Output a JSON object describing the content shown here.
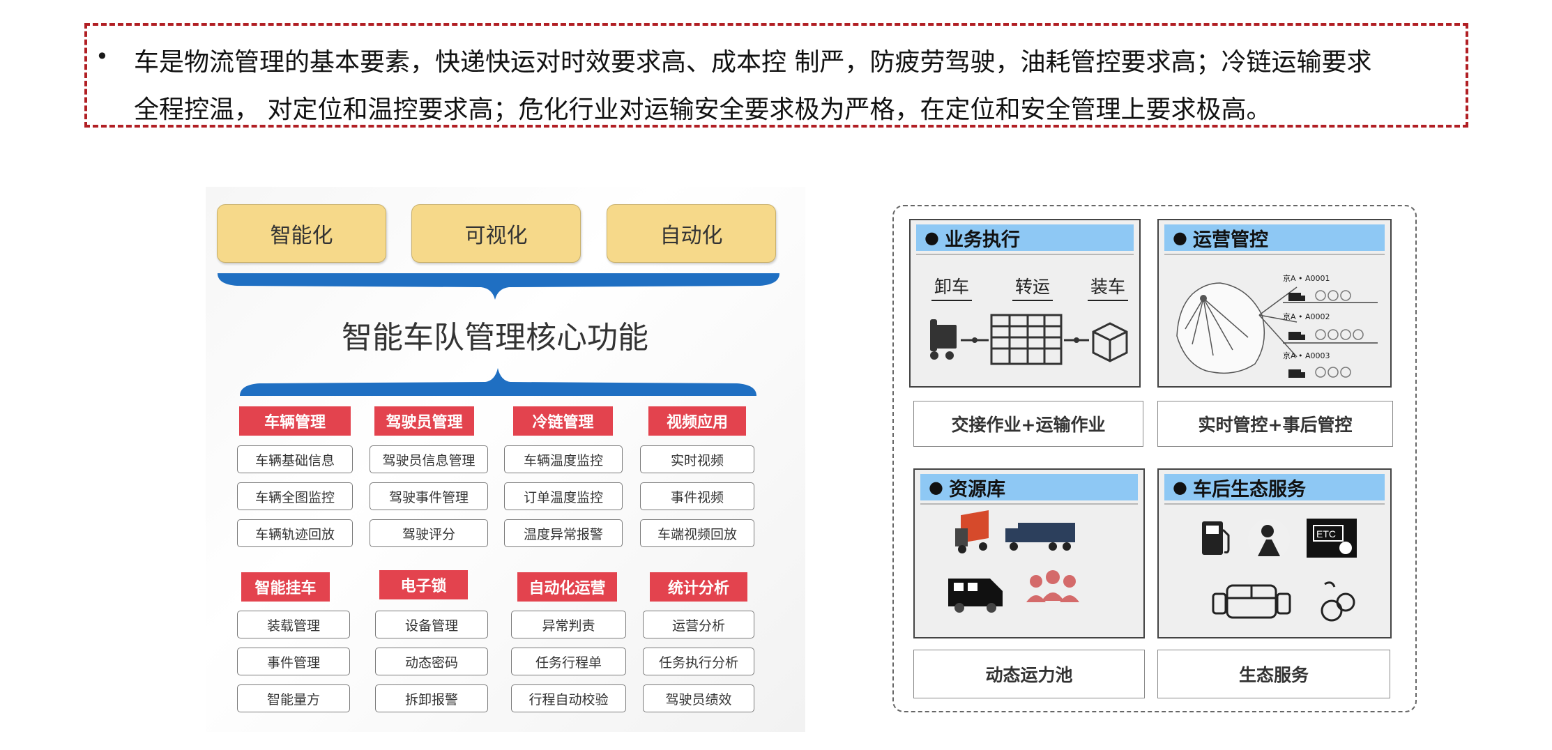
{
  "note": {
    "bullet": "•",
    "lines": [
      "车是物流管理的基本要素，快递快运对时效要求高、成本控 制严，防疲劳驾驶，油耗管控要求高；冷链运输要求",
      "全程控温， 对定位和温控要求高；危化行业对运输安全要求极为严格，在定位和安全管理上要求极高。"
    ]
  },
  "left": {
    "pills": [
      "智能化",
      "可视化",
      "自动化"
    ],
    "title": "智能车队管理核心功能",
    "groups": [
      {
        "name": "车辆管理",
        "items": [
          "车辆基础信息",
          "车辆全图监控",
          "车辆轨迹回放"
        ]
      },
      {
        "name": "驾驶员管理",
        "items": [
          "驾驶员信息管理",
          "驾驶事件管理",
          "驾驶评分"
        ]
      },
      {
        "name": "冷链管理",
        "items": [
          "车辆温度监控",
          "订单温度监控",
          "温度异常报警"
        ]
      },
      {
        "name": "视频应用",
        "items": [
          "实时视频",
          "事件视频",
          "车端视频回放"
        ]
      },
      {
        "name": "智能挂车",
        "items": [
          "装载管理",
          "事件管理",
          "智能量方"
        ]
      },
      {
        "name": "电子锁",
        "items": [
          "设备管理",
          "动态密码",
          "拆卸报警"
        ]
      },
      {
        "name": "自动化运营",
        "items": [
          "异常判责",
          "任务行程单",
          "行程自动校验"
        ]
      },
      {
        "name": "统计分析",
        "items": [
          "运营分析",
          "任务执行分析",
          "驾驶员绩效"
        ]
      }
    ]
  },
  "right": {
    "business": {
      "title": "业务执行",
      "steps": [
        "卸车",
        "转运",
        "装车"
      ],
      "caption": "交接作业+运输作业"
    },
    "ops": {
      "title": "运营管控",
      "vehicles": [
        "京A • A0001",
        "京A • A0002",
        "京A • A0003"
      ],
      "caption": "实时管控+事后管控"
    },
    "resources": {
      "title": "资源库",
      "caption": "动态运力池"
    },
    "after": {
      "title": "车后生态服务",
      "etc_text": "ETC",
      "caption": "生态服务"
    }
  },
  "colors": {
    "note_border": "#b11f24",
    "pill": "#f6d98a",
    "arc_blue": "#1f6fc2",
    "category_red": "#e3434e",
    "card_head_blue": "#8ec8f4"
  }
}
